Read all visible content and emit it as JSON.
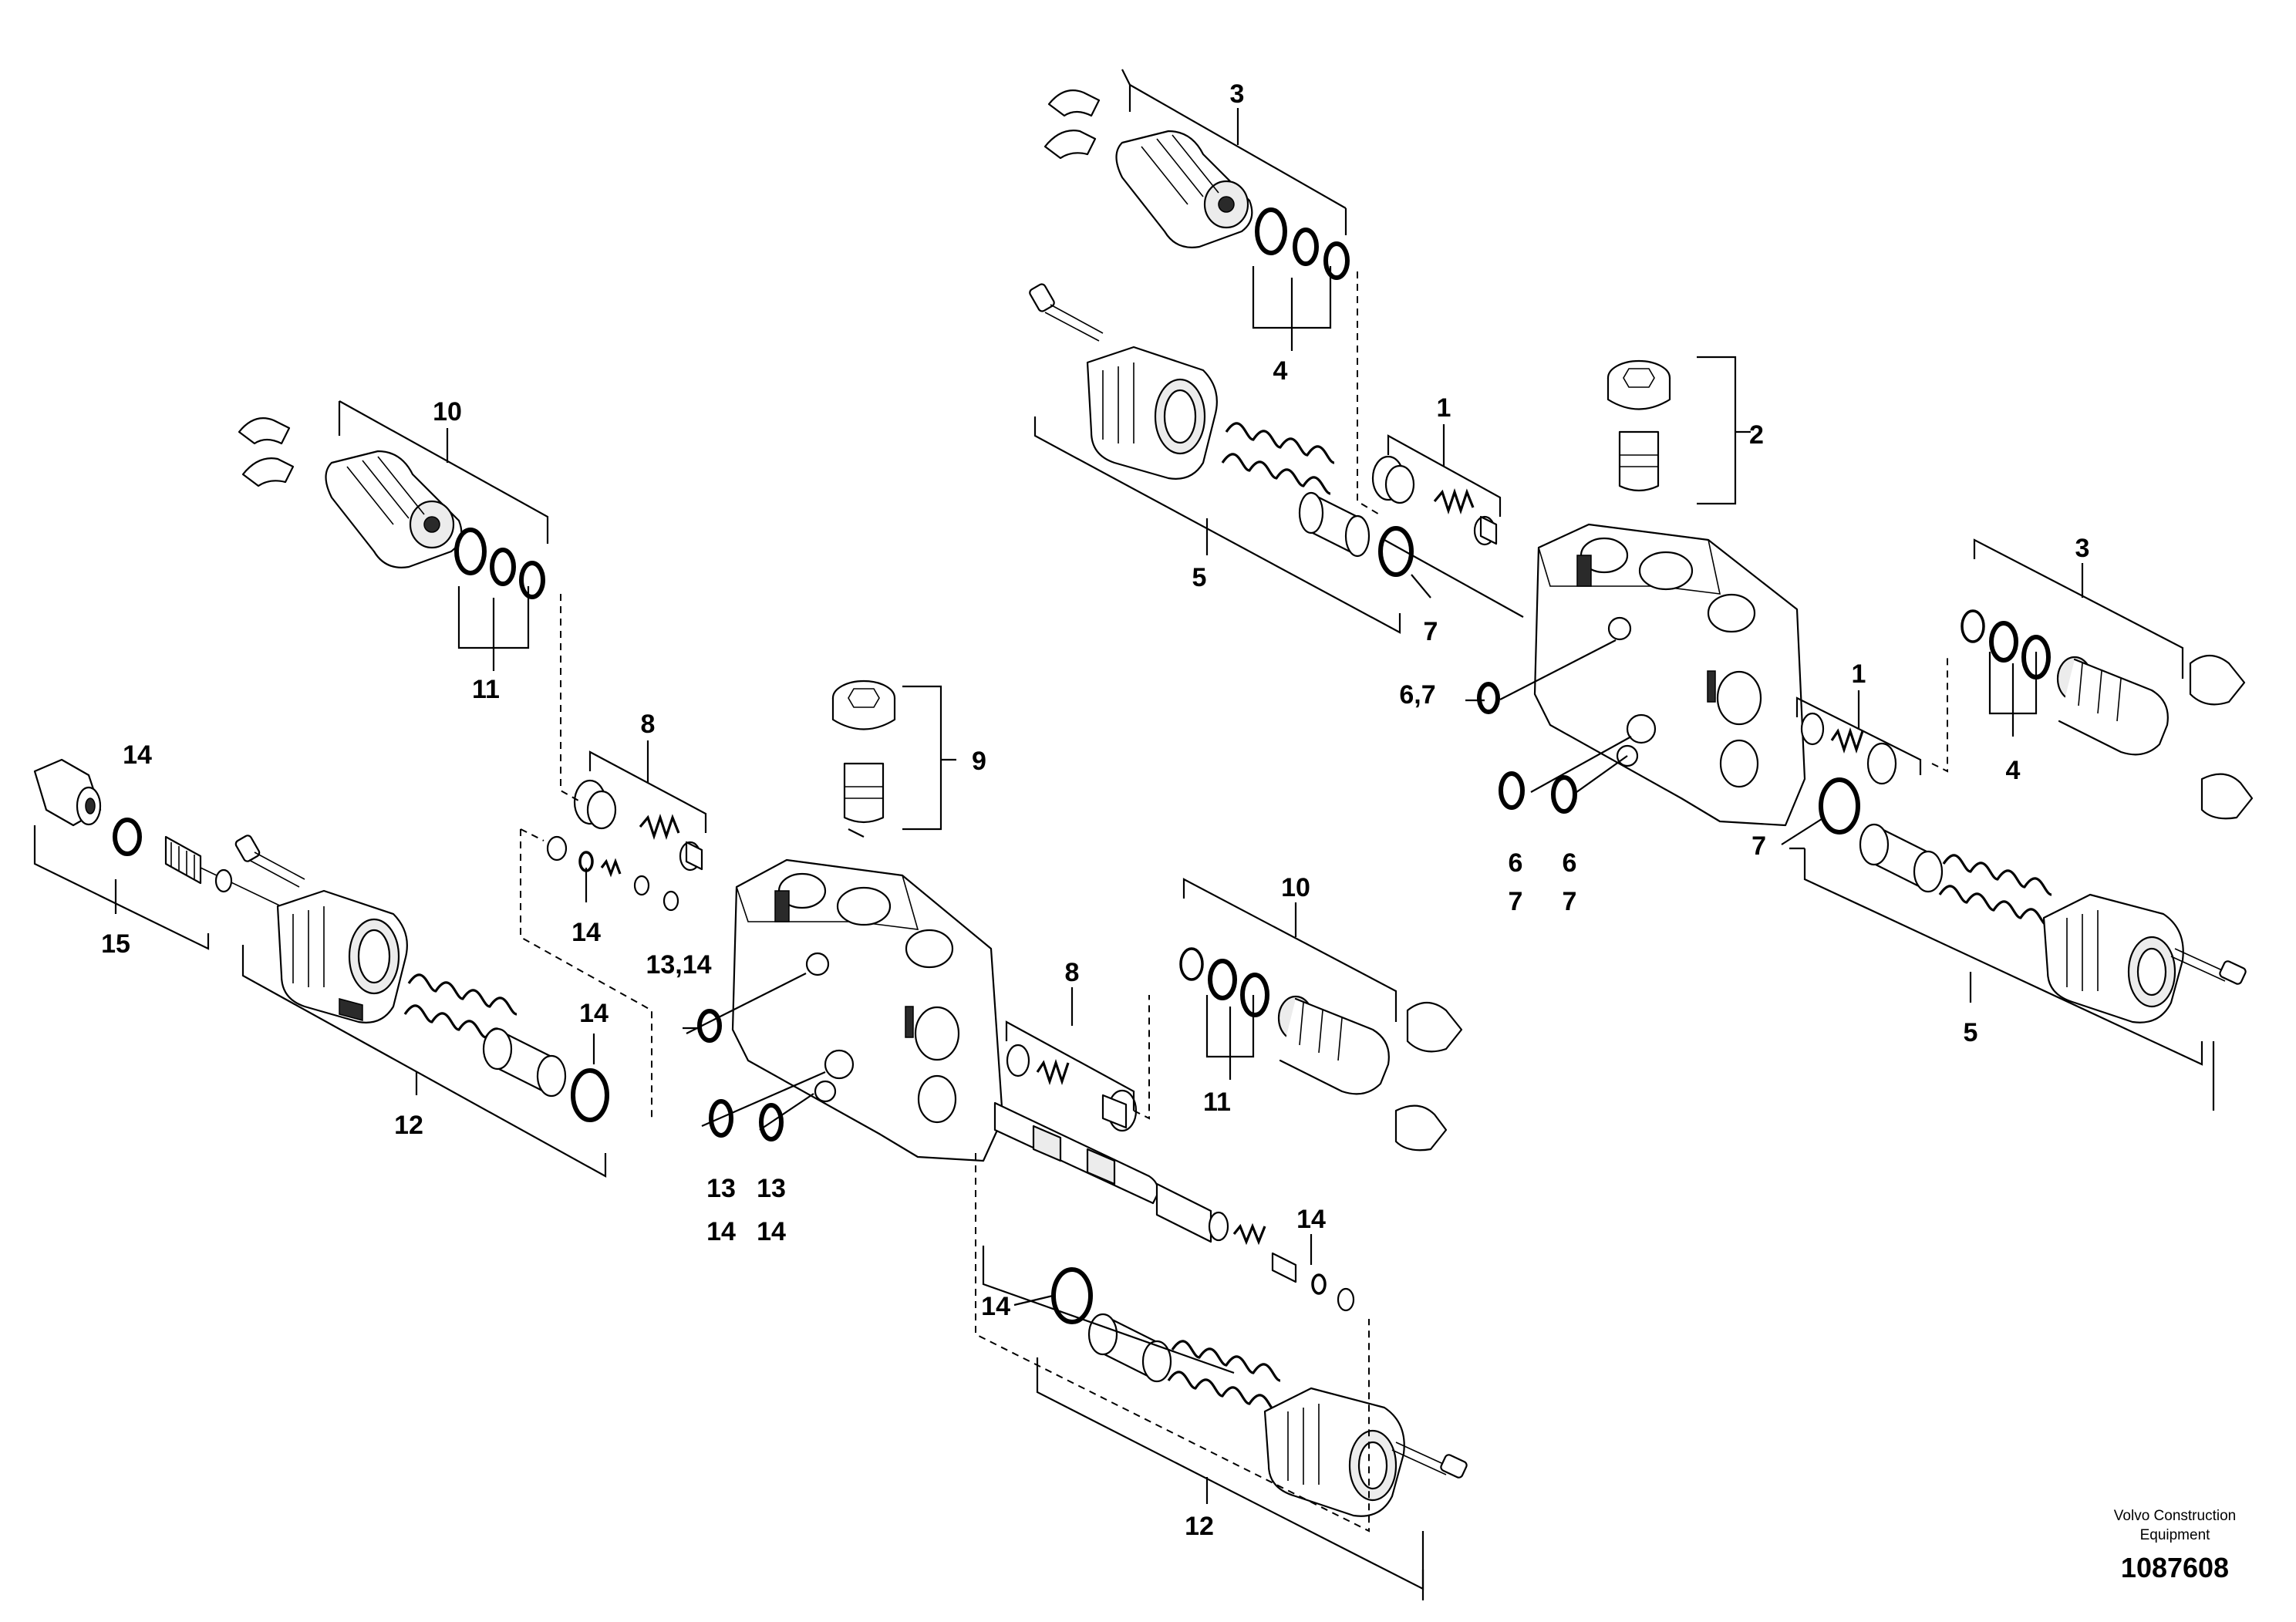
{
  "callouts": {
    "c1_top": "1",
    "c1_right": "1",
    "c2": "2",
    "c3_top": "3",
    "c3_right": "3",
    "c4_top": "4",
    "c4_right": "4",
    "c5_top": "5",
    "c5_right": "5",
    "c6_7": "6,7",
    "c6_a": "6",
    "c7_a": "7",
    "c6_b": "6",
    "c7_b": "7",
    "c7_top": "7",
    "c7_mid": "7",
    "c8_left": "8",
    "c8_right": "8",
    "c9": "9",
    "c10_top": "10",
    "c10_mid": "10",
    "c11_top": "11",
    "c11_mid": "11",
    "c12_left": "12",
    "c12_bottom": "12",
    "c13_14": "13,14",
    "c13_a": "13",
    "c14_a": "14",
    "c13_b": "13",
    "c14_b": "14",
    "c14_far_left": "14",
    "c14_left": "14",
    "c14_oring": "14",
    "c14_right": "14",
    "c14_bottom": "14",
    "c15": "15"
  },
  "footer": {
    "brand_line1": "Volvo Construction",
    "brand_line2": "Equipment",
    "document_number": "1087608"
  }
}
